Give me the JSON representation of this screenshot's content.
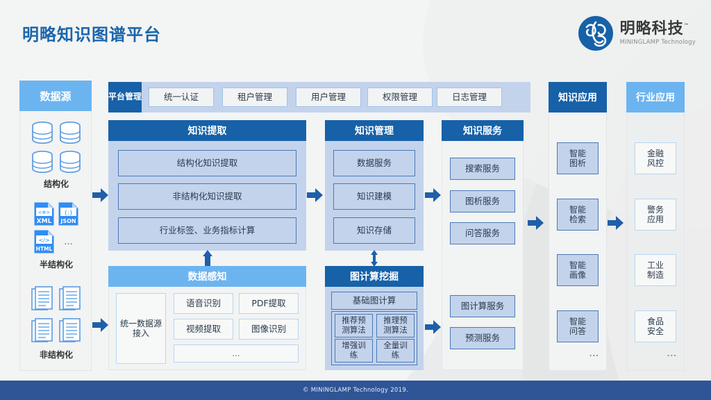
{
  "header": {
    "title": "明略知识图谱平台",
    "logo": {
      "icon": "mininglamp-globe-logo-icon",
      "cn_name": "明略科技",
      "tm": "™",
      "en_name": "MININGLAMP Technology"
    }
  },
  "colors": {
    "brand_blue": "#1761a8",
    "light_blue": "#6cb4f0",
    "box_fill": "#c3d3ec",
    "box_border": "#4a7ab5",
    "page_bg": "#f3f4f4",
    "footer_bg": "#2f5597",
    "title_blue": "#1b66ab",
    "arrow_blue": "#1f5fa9"
  },
  "data_source": {
    "header": "数据源",
    "groups": [
      {
        "label": "结构化",
        "icon": "database-cylinder-icon",
        "count": 4
      },
      {
        "label": "半结构化",
        "files": [
          "XML",
          "JSON",
          "HTML"
        ],
        "ellipsis": "..."
      },
      {
        "label": "非结构化",
        "icon": "document-stack-icon",
        "count": 4
      }
    ]
  },
  "platform_management": {
    "tag": "平台管理",
    "items": [
      "统一认证",
      "租户管理",
      "用户管理",
      "权限管理",
      "日志管理"
    ]
  },
  "knowledge_extraction": {
    "header": "知识提取",
    "items": [
      "结构化知识提取",
      "非结构化知识提取",
      "行业标签、业务指标计算"
    ]
  },
  "data_perception": {
    "header": "数据感知",
    "left_box": "统一数据源接入",
    "cells": [
      "语音识别",
      "PDF提取",
      "视频提取",
      "图像识别"
    ],
    "ellipsis": "..."
  },
  "knowledge_management": {
    "header": "知识管理",
    "items": [
      "数据服务",
      "知识建模",
      "知识存储"
    ]
  },
  "graph_computing": {
    "header": "图计算挖掘",
    "base": "基础图计算",
    "cells": [
      "推荐预测算法",
      "推理预测算法",
      "增强训练",
      "全量训练"
    ]
  },
  "knowledge_service": {
    "header": "知识服务",
    "top_items": [
      "搜索服务",
      "图析服务",
      "问答服务"
    ],
    "bottom_items": [
      "图计算服务",
      "预测服务"
    ]
  },
  "knowledge_application": {
    "header": "知识应用",
    "items": [
      "智能图析",
      "智能检索",
      "智能画像",
      "智能问答"
    ],
    "ellipsis": "⋮"
  },
  "industry_application": {
    "header": "行业应用",
    "items": [
      "金融风控",
      "警务应用",
      "工业制造",
      "食品安全"
    ],
    "ellipsis": "⋮"
  },
  "arrows": [
    {
      "name": "arrow-datasource-to-extraction",
      "direction": "right"
    },
    {
      "name": "arrow-datasource-to-perception",
      "direction": "right"
    },
    {
      "name": "arrow-perception-to-extraction",
      "direction": "up"
    },
    {
      "name": "arrow-extraction-to-management",
      "direction": "right"
    },
    {
      "name": "arrow-management-to-graph",
      "direction": "updown"
    },
    {
      "name": "arrow-management-to-service",
      "direction": "right"
    },
    {
      "name": "arrow-graph-to-service",
      "direction": "right"
    },
    {
      "name": "arrow-service-to-application",
      "direction": "right"
    },
    {
      "name": "arrow-application-to-industry",
      "direction": "right"
    }
  ],
  "footer": {
    "copyright": "© MININGLAMP Technology 2019."
  }
}
